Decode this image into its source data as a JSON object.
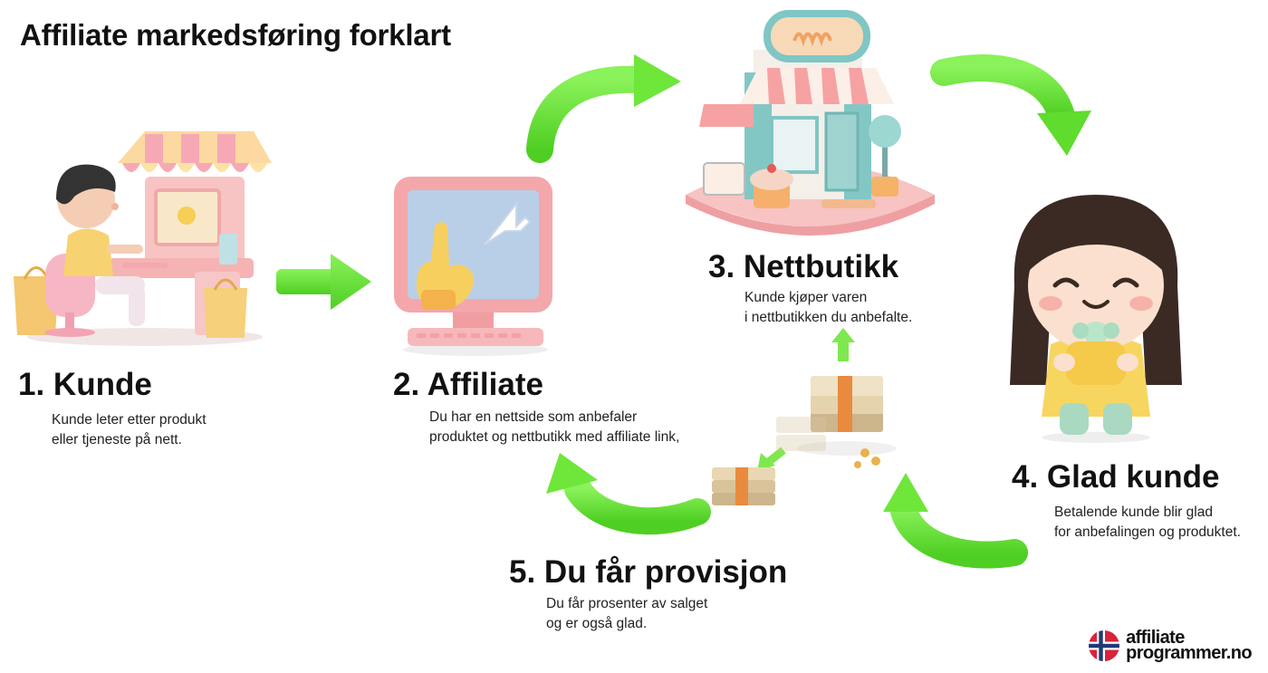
{
  "title": "Affiliate markedsføring forklart",
  "steps": [
    {
      "title": "1. Kunde",
      "desc": [
        "Kunde leter etter produkt",
        "eller tjeneste på nett."
      ]
    },
    {
      "title": "2. Affiliate",
      "desc": [
        "Du har en nettside som anbefaler",
        "produktet og nettbutikk med affiliate link,"
      ]
    },
    {
      "title": "3. Nettbutikk",
      "desc": [
        "Kunde kjøper varen",
        "i nettbutikken du anbefalte."
      ]
    },
    {
      "title": "4. Glad kunde",
      "desc": [
        "Betalende kunde blir glad",
        "for anbefalingen og produktet."
      ]
    },
    {
      "title": "5. Du får provisjon",
      "desc": [
        "Du får prosenter av salget",
        "og er også glad."
      ]
    }
  ],
  "logo": {
    "line1": "affiliate",
    "line2": "programmer.no"
  },
  "colors": {
    "arrow": "#6fe63a",
    "arrow_dark": "#4fcf23",
    "pink": "#f6b7b7",
    "yellow": "#f8d56a",
    "teal": "#7fc6c4"
  },
  "icons": [
    "customer-at-shop-stand-illustration",
    "monitor-pointing-hand-illustration",
    "shop-storefront-illustration",
    "happy-girl-illustration",
    "money-stack-icon",
    "norway-flag-icon"
  ]
}
